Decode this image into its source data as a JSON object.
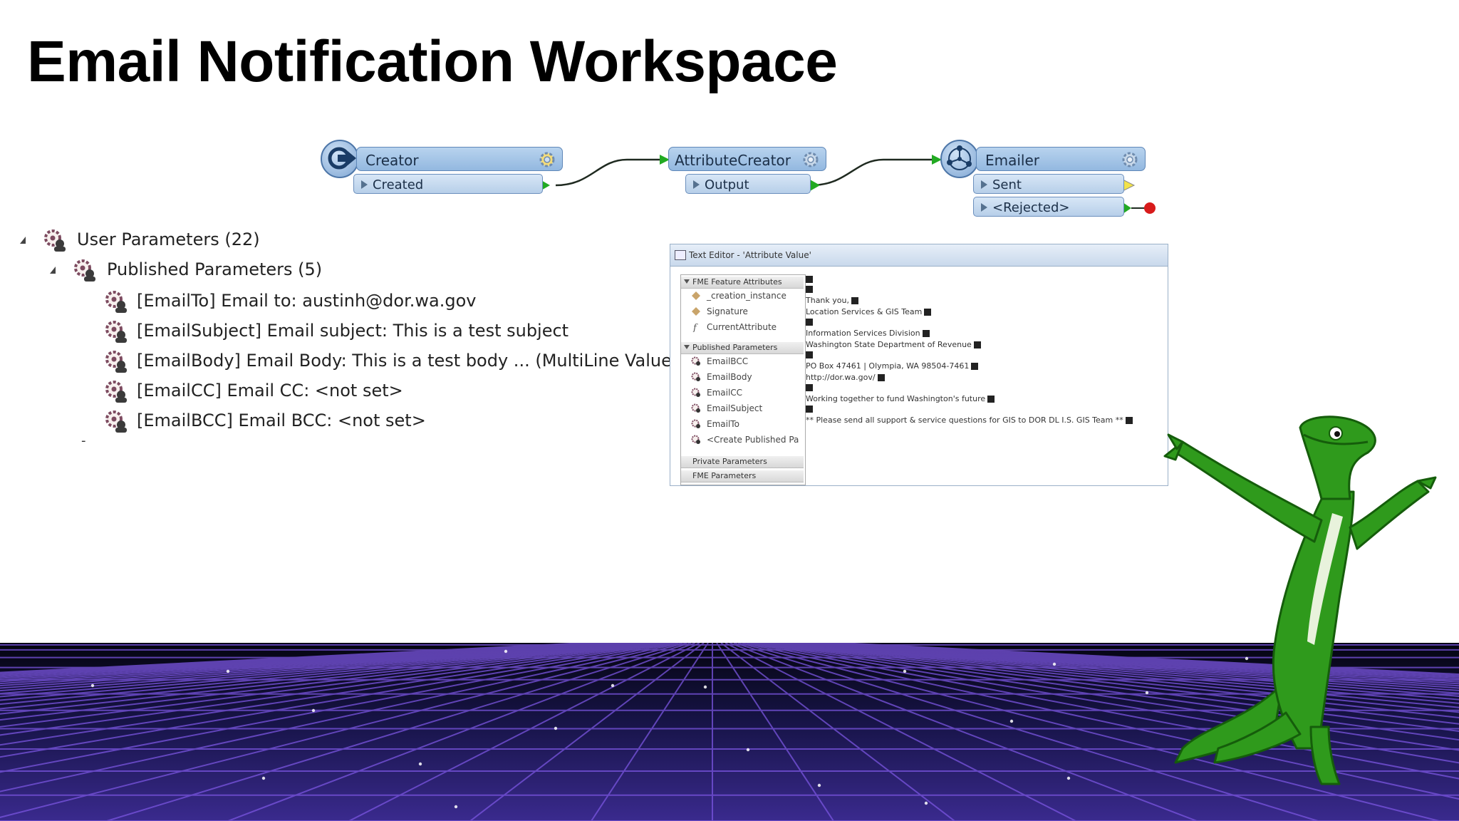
{
  "title": "Email Notification Workspace",
  "workflow": {
    "transformers": [
      {
        "name": "Creator",
        "ports": [
          "Created"
        ]
      },
      {
        "name": "AttributeCreator",
        "ports": [
          "Output"
        ]
      },
      {
        "name": "Emailer",
        "ports": [
          "Sent",
          "<Rejected>"
        ]
      }
    ]
  },
  "parameter_tree": {
    "root_label": "User Parameters (22)",
    "group_label": "Published Parameters (5)",
    "items": [
      "[EmailTo] Email to: austinh@dor.wa.gov",
      "[EmailSubject] Email subject: This is a test subject",
      "[EmailBody] Email Body: This is a test body ... (MultiLine Value)",
      "[EmailCC] Email CC: <not set>",
      "[EmailBCC] Email BCC: <not set>"
    ],
    "trailing_mark": "-"
  },
  "text_editor": {
    "title": "Text Editor - 'Attribute Value'",
    "sidebar": {
      "feature_section": "FME Feature Attributes",
      "feature_items": [
        "_creation_instance",
        "Signature",
        "CurrentAttribute"
      ],
      "published_section": "Published Parameters",
      "published_items": [
        "EmailBCC",
        "EmailBody",
        "EmailCC",
        "EmailSubject",
        "EmailTo",
        "<Create Published Pa"
      ],
      "private_section": "Private Parameters",
      "fme_section": "FME Parameters"
    },
    "lines": [
      "Thank you,",
      "Location Services & GIS Team",
      "Information Services Division",
      "Washington State Department of Revenue",
      "PO Box 47461 | Olympia, WA 98504-7461",
      "http://dor.wa.gov/",
      "Working together to fund Washington's future",
      "** Please send all support & service questions for GIS to DOR DL I.S. GIS Team **"
    ]
  },
  "colors": {
    "transformer_fill": "#9dbfe4",
    "port_fill": "#c6daf0",
    "connection_green": "#22aa22",
    "rejected_red": "#d81b1b",
    "floor_grid": "#7a55e0",
    "gecko_green": "#2f9a1c"
  },
  "icons": [
    "gear-icon",
    "creator-icon",
    "emailer-icon",
    "parameter-icon",
    "gecko-mascot"
  ]
}
